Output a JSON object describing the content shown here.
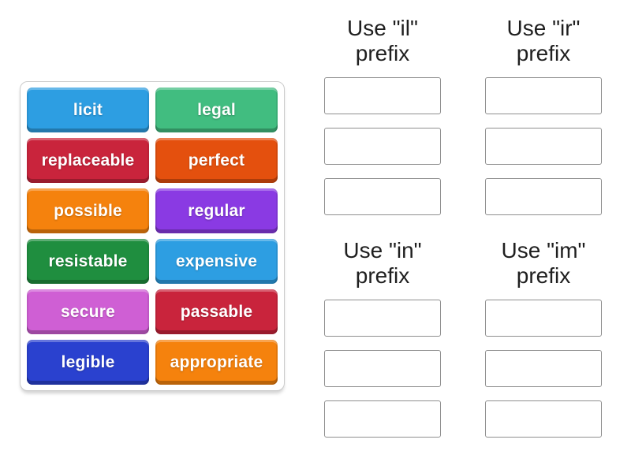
{
  "page": {
    "background_color": "#ffffff",
    "activity_type": "group-sort"
  },
  "word_bank": {
    "tiles": [
      {
        "label": "licit",
        "color": "#2d9ee2"
      },
      {
        "label": "legal",
        "color": "#41bd80"
      },
      {
        "label": "replaceable",
        "color": "#c9243c"
      },
      {
        "label": "perfect",
        "color": "#e4500e"
      },
      {
        "label": "possible",
        "color": "#f5820d"
      },
      {
        "label": "regular",
        "color": "#8a3ae3"
      },
      {
        "label": "resistable",
        "color": "#1f8e3f"
      },
      {
        "label": "expensive",
        "color": "#2d9ee2"
      },
      {
        "label": "secure",
        "color": "#cf5fd4"
      },
      {
        "label": "passable",
        "color": "#c9243c"
      },
      {
        "label": "legible",
        "color": "#2a41cf"
      },
      {
        "label": "appropriate",
        "color": "#f5820d"
      }
    ],
    "tile_text_color": "#ffffff"
  },
  "groups": [
    {
      "label": "Use \"il\" prefix",
      "slots": 3
    },
    {
      "label": "Use \"ir\" prefix",
      "slots": 3
    },
    {
      "label": "Use \"in\" prefix",
      "slots": 3
    },
    {
      "label": "Use \"im\" prefix",
      "slots": 3
    }
  ]
}
